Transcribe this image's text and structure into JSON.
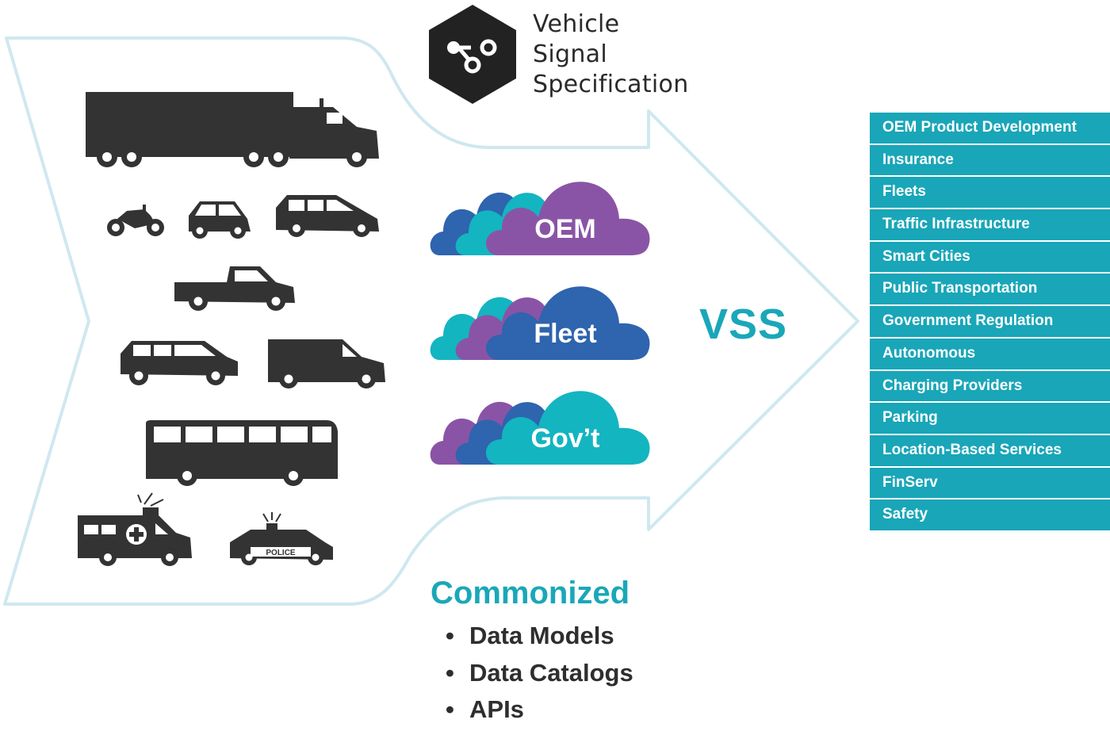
{
  "logo": {
    "icon": "vss-hexagon-node-icon",
    "title_lines": [
      "Vehicle",
      "Signal",
      "Specification"
    ]
  },
  "vehicles": [
    "semi-truck-icon",
    "motorcycle-icon",
    "compact-car-icon",
    "minivan-icon",
    "pickup-truck-icon",
    "suv-icon",
    "cargo-van-icon",
    "bus-icon",
    "ambulance-icon",
    "police-car-icon"
  ],
  "police_label": "POLICE",
  "clouds": [
    {
      "label": "OEM",
      "front_color": "#8a54a6",
      "mid_color": "#13b5c1",
      "back_color": "#2f64ae"
    },
    {
      "label": "Fleet",
      "front_color": "#2f64ae",
      "mid_color": "#8a54a6",
      "back_color": "#13b5c1"
    },
    {
      "label": "Gov’t",
      "front_color": "#13b5c1",
      "mid_color": "#2f64ae",
      "back_color": "#8a54a6"
    }
  ],
  "center_label": "VSS",
  "use_cases": [
    "OEM Product Development",
    "Insurance",
    "Fleets",
    "Traffic Infrastructure",
    "Smart Cities",
    "Public Transportation",
    "Government Regulation",
    "Autonomous",
    "Charging Providers",
    "Parking",
    "Location-Based Services",
    "FinServ",
    "Safety"
  ],
  "commonized": {
    "title": "Commonized",
    "bullet": "•",
    "items": [
      "Data Models",
      "Data Catalogs",
      "APIs"
    ]
  },
  "colors": {
    "accent": "#1aa7b9",
    "arrow_outline": "#cfe8f0",
    "vehicle": "#333333",
    "list_bg": "#19a6b8"
  }
}
